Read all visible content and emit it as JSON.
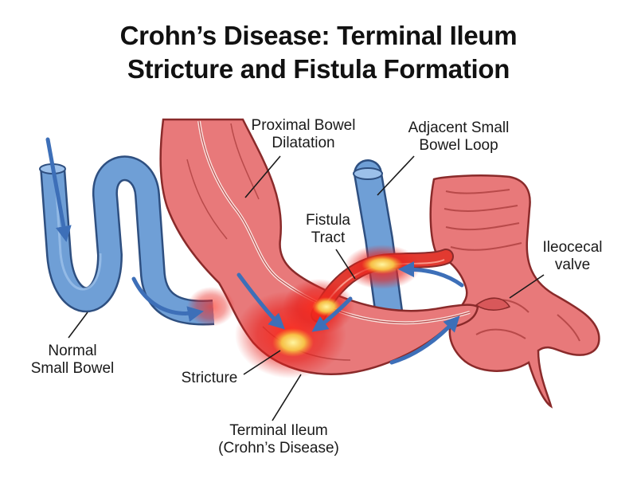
{
  "title": {
    "line1": "Crohn’s Disease: Terminal Ileum",
    "line2": "Stricture and Fistula Formation"
  },
  "labels": {
    "proximal_line1": "Proximal Bowel",
    "proximal_line2": "Dilatation",
    "adjacent_line1": "Adjacent Small",
    "adjacent_line2": "Bowel Loop",
    "fistula_line1": "Fistula",
    "fistula_line2": "Tract",
    "ileocecal_line1": "Ileocecal",
    "ileocecal_line2": "valve",
    "normal_line1": "Normal",
    "normal_line2": "Small Bowel",
    "stricture": "Stricture",
    "terminal_line1": "Terminal Ileum",
    "terminal_line2": "(Crohn’s Disease)"
  },
  "colors": {
    "bowel_fill": "#e8797a",
    "bowel_outline": "#8a2a2a",
    "normal_bowel_fill": "#6f9fd6",
    "normal_bowel_outline": "#2e4f80",
    "inflammation": "#e8231e",
    "hotspot": "#f7d04a",
    "arrow": "#3d6fb8"
  }
}
